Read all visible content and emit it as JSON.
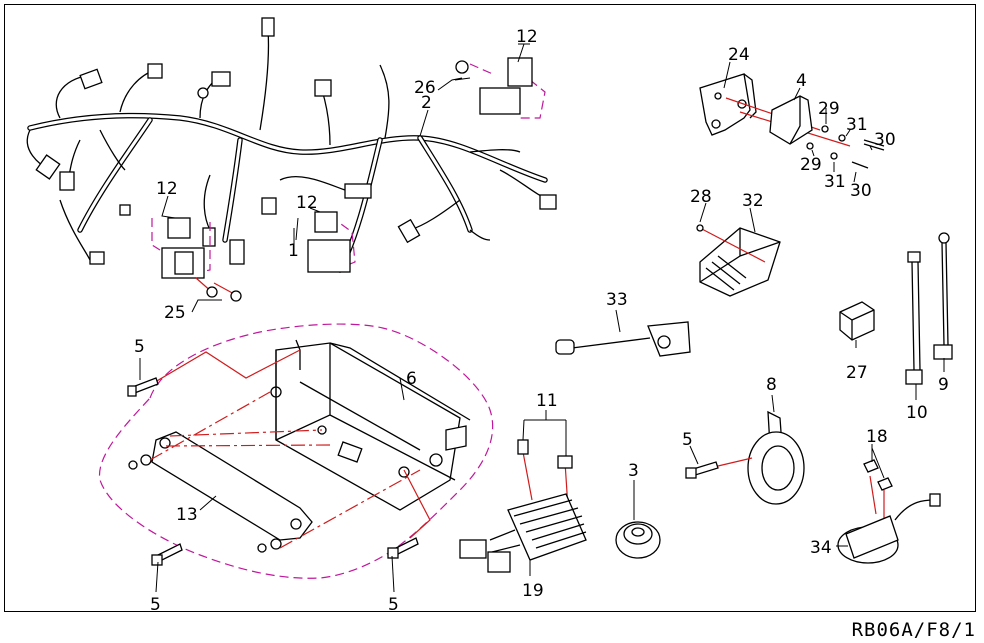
{
  "diagram": {
    "reference_code": "RB06A/F8/1",
    "callouts": {
      "c1": "1",
      "c2": "2",
      "c3": "3",
      "c4": "4",
      "c5a": "5",
      "c5b": "5",
      "c5c": "5",
      "c5d": "5",
      "c6": "6",
      "c8": "8",
      "c9": "9",
      "c10": "10",
      "c11": "11",
      "c12a": "12",
      "c12b": "12",
      "c12c": "12",
      "c13": "13",
      "c18": "18",
      "c19": "19",
      "c24": "24",
      "c25": "25",
      "c26": "26",
      "c27": "27",
      "c28": "28",
      "c29a": "29",
      "c29b": "29",
      "c30a": "30",
      "c30b": "30",
      "c31a": "31",
      "c31b": "31",
      "c32": "32",
      "c33": "33",
      "c34": "34"
    }
  }
}
